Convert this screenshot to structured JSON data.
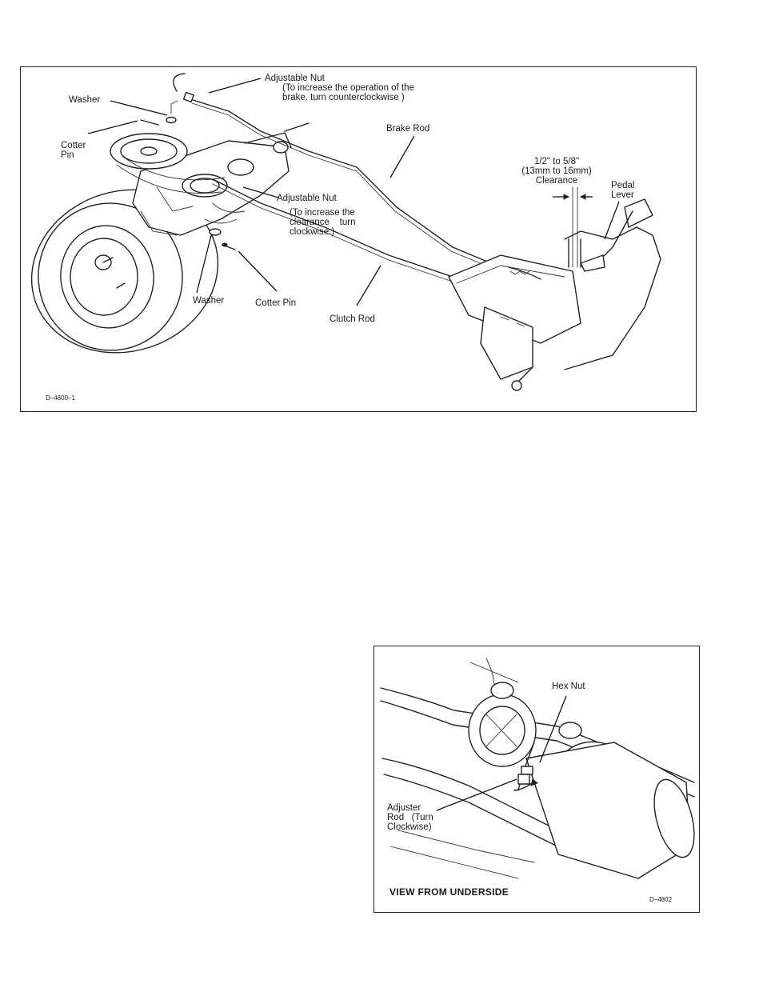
{
  "figure1": {
    "labels": {
      "adjustable_nut_top": "Adjustable Nut",
      "adjustable_nut_top_note_1": "(To increase the operation of the",
      "adjustable_nut_top_note_2": "brake. turn counterclockwise )",
      "washer_top": "Washer",
      "cotter_pin_top_1": "Cotter",
      "cotter_pin_top_2": "Pin",
      "brake_rod": "Brake Rod",
      "clearance_1": "1/2\" to 5/8\"",
      "clearance_2": "(13mm to 16mm)",
      "clearance_3": "Clearance",
      "pedal_lever_1": "Pedal",
      "pedal_lever_2": "Lever",
      "adjustable_nut_mid": "Adjustable Nut",
      "adjustable_nut_mid_note_1": "(To increase the",
      "adjustable_nut_mid_note_2": "clearance    turn",
      "adjustable_nut_mid_note_3": "clockwise.)",
      "washer_bottom": "Washer",
      "cotter_pin_bottom": "Cotter Pin",
      "clutch_rod": "Clutch Rod",
      "figure_id": "D–4800–1"
    }
  },
  "figure2": {
    "labels": {
      "hex_nut": "Hex Nut",
      "adjuster_rod_1": "Adjuster",
      "adjuster_rod_2": "Rod   (Turn",
      "adjuster_rod_3": "Clockwise)",
      "view_caption": "VIEW FROM UNDERSIDE",
      "figure_id": "D–4802"
    }
  }
}
